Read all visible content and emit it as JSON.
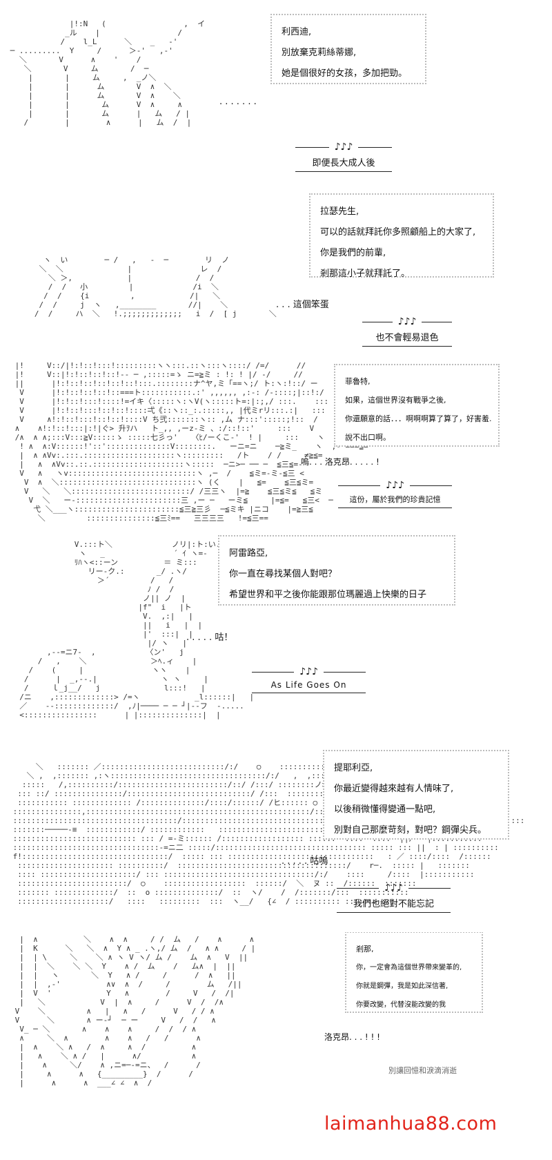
{
  "panels": [
    {
      "dialog": [
        "利西迪,",
        "別放棄克莉絲蒂娜,",
        "她是個很好的女孩，多加把勁。"
      ],
      "aside": ". . . . . . .",
      "caption": {
        "notes": "♪♪♪",
        "title": "即便長大成人後"
      }
    },
    {
      "dialog": [
        "拉瑟先生,",
        "可以的話就拜託你多照顧船上的大家了,",
        "你是我們的前輩,",
        "剎那這小子就拜託了。"
      ],
      "aside": ". . . 這個笨蛋",
      "caption": {
        "notes": "♪♪♪",
        "title": "也不會輕易退色"
      }
    },
    {
      "dialog": [
        "菲魯特,",
        "如果，這個世界沒有戰爭之後,",
        "你還願意的話．．．啊啊啊算了算了，好害羞.",
        "說不出口啊。"
      ],
      "aside": "嗚. . . 洛克昂. . . . . !",
      "caption": {
        "notes": "♪♪♪",
        "title": "這份，屬於我們的珍貴記憶"
      }
    },
    {
      "dialog": [
        "阿雷路亞,",
        "你一直在尋找某個人對吧？",
        "希望世界和平之後你能跟那位瑪麗過上快樂的日子"
      ],
      "aside": ". . . . . 咕！",
      "caption": {
        "notes": "♪♪♪",
        "title": "As Life Goes On"
      }
    },
    {
      "dialog": [
        "提耶利亞,",
        "你最近變得越來越有人情味了,",
        "以後稍微懂得變通一點吧,",
        "別對自己那麼苛刻，對吧？鋼彈尖兵。"
      ],
      "aside": ". . . . . 咕嗚",
      "caption": {
        "notes": "♪♪♪",
        "title": "我們也絕對不能忘記"
      }
    },
    {
      "dialog": [
        "剎那,",
        "你，一定會為這個世界帶來變革的,",
        "你就是鋼彈，我是如此深信著,",
        "你要改變，代替沒能改變的我"
      ],
      "aside": "洛克昂. . . ! ! !",
      "caption": {
        "notes": "",
        "title": "別讓回憶和淚滴消逝"
      }
    }
  ],
  "watermark": "laimanhua88.com"
}
